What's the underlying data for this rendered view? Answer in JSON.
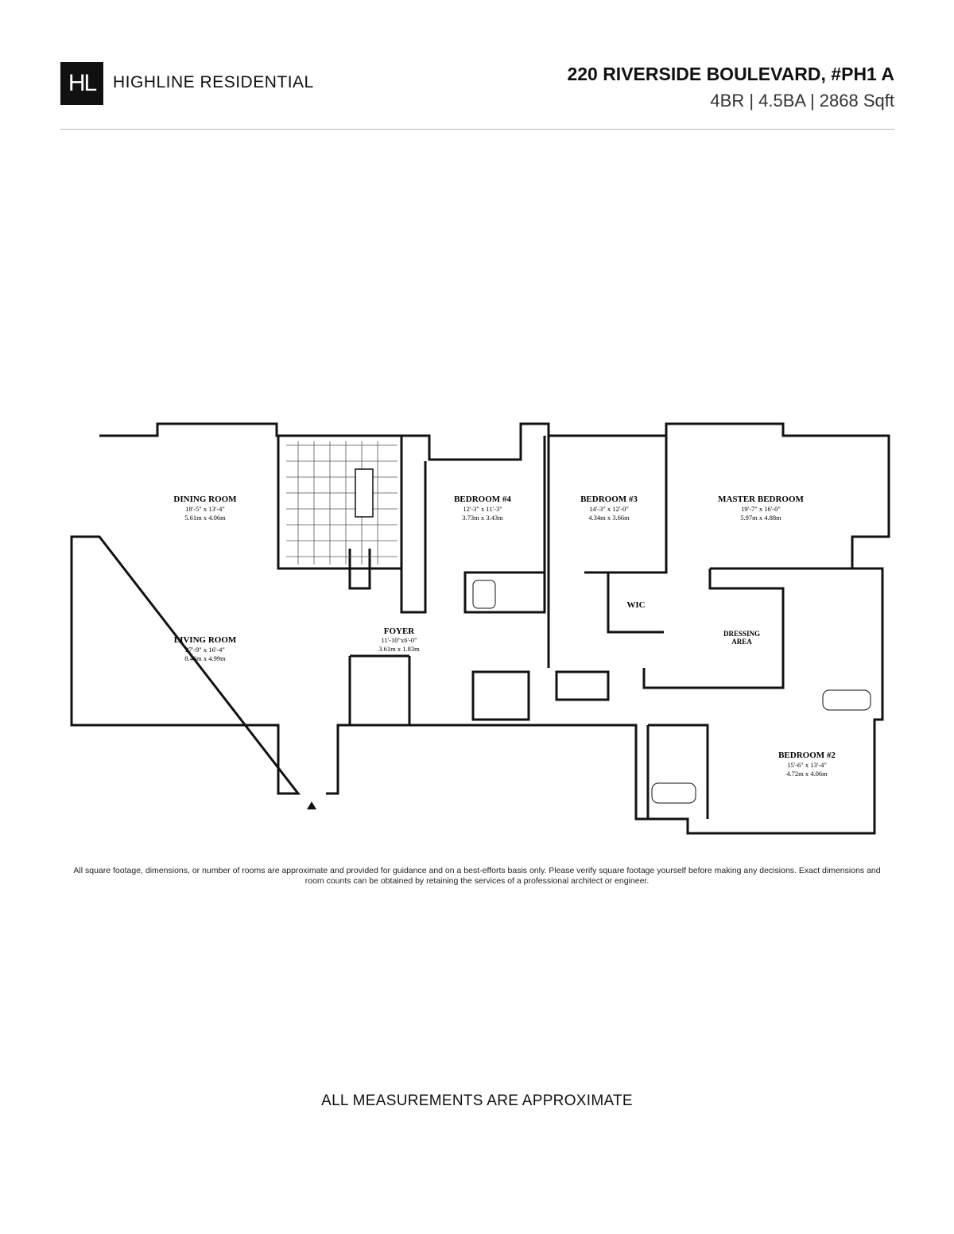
{
  "header": {
    "logo_mark": "HL",
    "brand": "HIGHLINE RESIDENTIAL",
    "address": "220 RIVERSIDE BOULEVARD, #PH1 A",
    "summary": "4BR | 4.5BA | 2868 Sqft"
  },
  "rooms": [
    {
      "name": "DINING ROOM",
      "dim_ft": "18'-5\" x 13'-4\"",
      "dim_m": "5.61m x 4.06m"
    },
    {
      "name": "LIVING ROOM",
      "dim_ft": "27'-9\" x 16'-4\"",
      "dim_m": "8.46m x 4.99m"
    },
    {
      "name": "FOYER",
      "dim_ft": "11'-10\"x6'-0\"",
      "dim_m": "3.61m x 1.83m"
    },
    {
      "name": "BEDROOM #4",
      "dim_ft": "12'-3\" x 11'-3\"",
      "dim_m": "3.73m x 3.43m"
    },
    {
      "name": "BEDROOM #3",
      "dim_ft": "14'-3\" x 12'-0\"",
      "dim_m": "4.34m x 3.66m"
    },
    {
      "name": "MASTER BEDROOM",
      "dim_ft": "19'-7\" x 16'-0\"",
      "dim_m": "5.97m x 4.88m"
    },
    {
      "name": "BEDROOM #2",
      "dim_ft": "15'-6\" x 13'-4\"",
      "dim_m": "4.72m x 4.06m"
    }
  ],
  "labels": {
    "wic": "WIC",
    "dressing": "DRESSING",
    "area": "AREA"
  },
  "footer": {
    "note": "ALL MEASUREMENTS ARE APPROXIMATE",
    "disclaimer": "All square footage, dimensions, or number of rooms are approximate and provided for guidance and on a best-efforts basis only. Please verify square footage yourself before making any decisions. Exact dimensions and room counts can be obtained by retaining the services of a professional architect or engineer."
  }
}
